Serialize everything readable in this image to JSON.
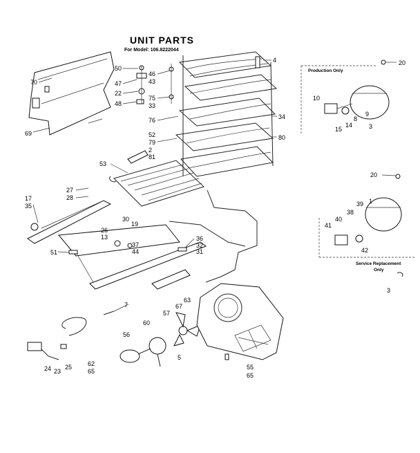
{
  "header": {
    "title": "UNIT PARTS",
    "subtitle": "For Model: 106.8222044"
  },
  "insets": {
    "production": "Production Only",
    "service_line1": "Service Replacement",
    "service_line2": "Only"
  },
  "labels": {
    "l70": "70",
    "l69": "69",
    "l50": "50",
    "l47": "47",
    "l22": "22",
    "l48": "48",
    "l46": "46",
    "l43": "43",
    "l75": "75",
    "l33": "33",
    "l76": "76",
    "l52": "52",
    "l79": "79",
    "l2": "2",
    "l81": "81",
    "l53": "53",
    "l4": "4",
    "l34": "34",
    "l80": "80",
    "l20a": "20",
    "l10": "10",
    "l8": "8",
    "l9": "9",
    "l14": "14",
    "l15": "15",
    "l3a": "3",
    "l20b": "20",
    "l1": "1",
    "l39": "39",
    "l38": "38",
    "l40": "40",
    "l41": "41",
    "l42": "42",
    "l3b": "3",
    "l27": "27",
    "l28": "28",
    "l17": "17",
    "l35": "35",
    "l30": "30",
    "l19": "19",
    "l26": "26",
    "l13": "13",
    "l37": "37",
    "l44": "44",
    "l36": "36",
    "l32": "32",
    "l31": "31",
    "l51": "51",
    "l7": "7",
    "l67": "67",
    "l63": "63",
    "l57": "57",
    "l60": "60",
    "l56": "56",
    "l24": "24",
    "l23": "23",
    "l25": "25",
    "l62": "62",
    "l65a": "65",
    "l55": "55",
    "l65b": "65",
    "l5": "5"
  }
}
